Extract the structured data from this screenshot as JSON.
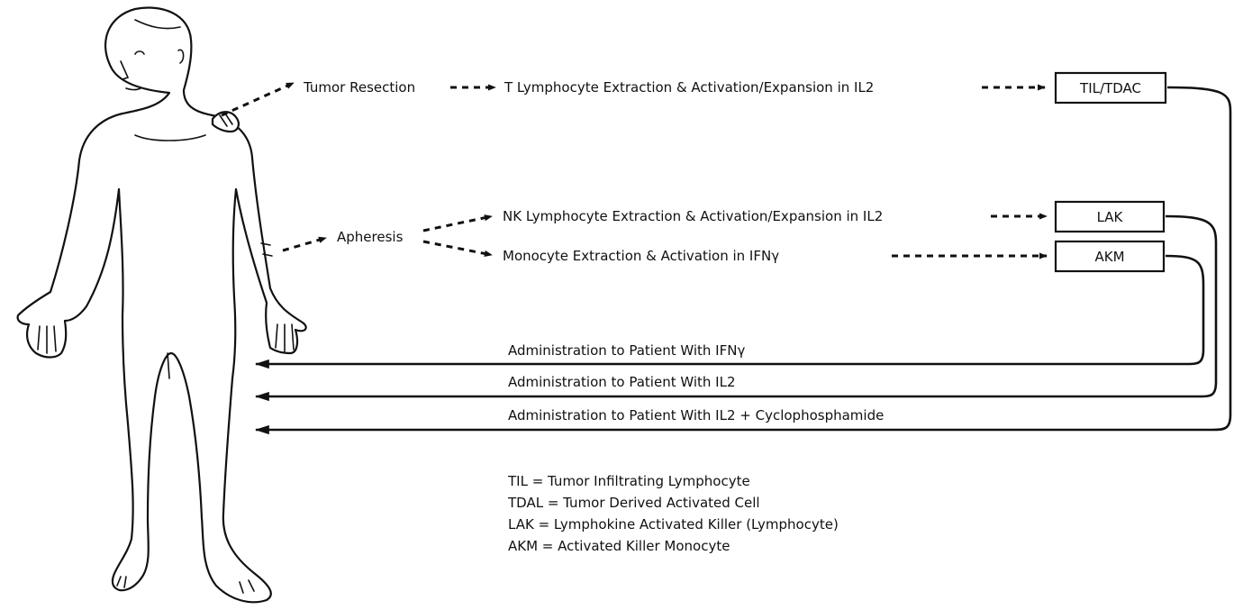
{
  "steps": {
    "tumor_resection": "Tumor Resection",
    "t_extraction": "T Lymphocyte Extraction & Activation/Expansion in IL2",
    "apheresis": "Apheresis",
    "nk_extraction": "NK Lymphocyte Extraction & Activation/Expansion in IL2",
    "monocyte_extraction": "Monocyte Extraction & Activation in IFNγ"
  },
  "boxes": {
    "til_tdac": "TIL/TDAC",
    "lak": "LAK",
    "akm": "AKM"
  },
  "returns": {
    "ifn": "Administration to Patient With IFNγ",
    "il2": "Administration to Patient With IL2",
    "il2_cyclo": "Administration to Patient With IL2 + Cyclophosphamide"
  },
  "legend": [
    "TIL = Tumor Infiltrating Lymphocyte",
    "TDAL = Tumor Derived Activated Cell",
    "LAK = Lymphokine Activated Killer (Lymphocyte)",
    "AKM = Activated Killer Monocyte"
  ]
}
